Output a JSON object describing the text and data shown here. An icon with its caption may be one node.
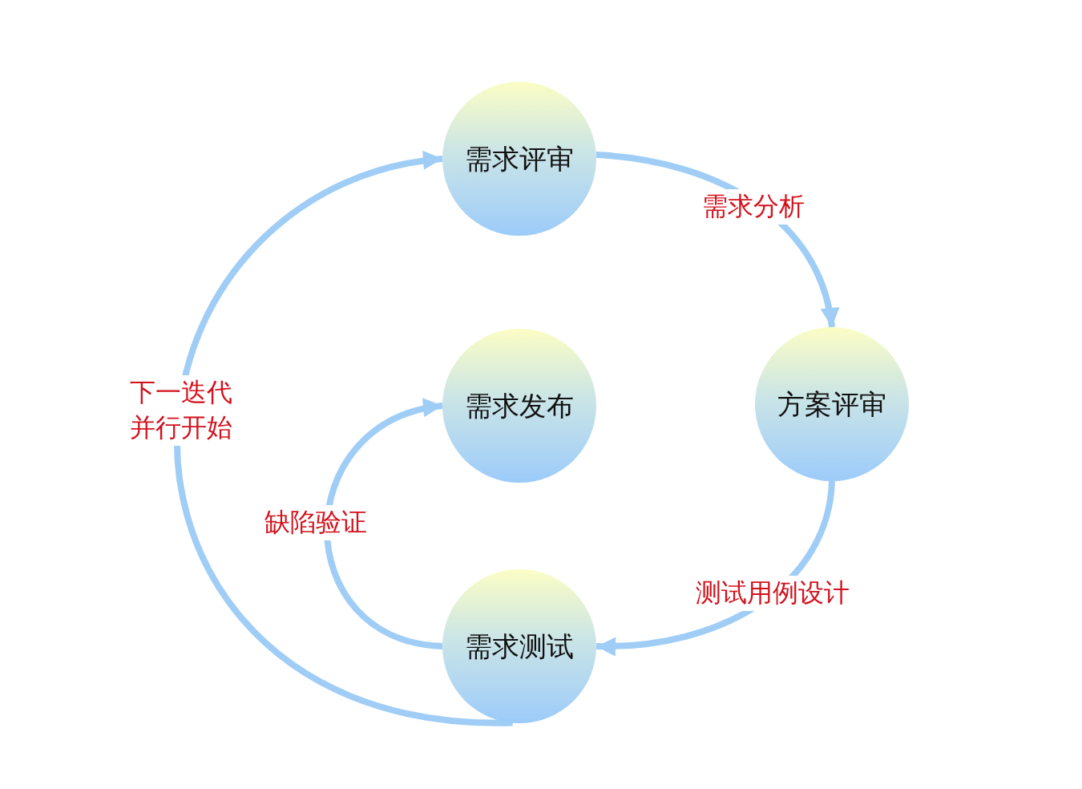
{
  "diagram": {
    "nodes": [
      {
        "text": [
          "需求评审"
        ]
      },
      {
        "text": [
          "需求发布"
        ]
      },
      {
        "text": [
          "方案评审"
        ]
      },
      {
        "text": [
          "需求测试"
        ]
      }
    ],
    "edges": [
      {
        "from": 0,
        "to": 2,
        "arrow": "to",
        "label": "需求分析"
      },
      {
        "from": 2,
        "to": 3,
        "arrow": "to",
        "label": "测试用例设计"
      },
      {
        "from": 3,
        "to": 1,
        "arrow": "to",
        "label": "缺陷验证"
      },
      {
        "from": 3,
        "to": 0,
        "arrow": "to",
        "label": "下一迭代并行开始"
      }
    ]
  }
}
